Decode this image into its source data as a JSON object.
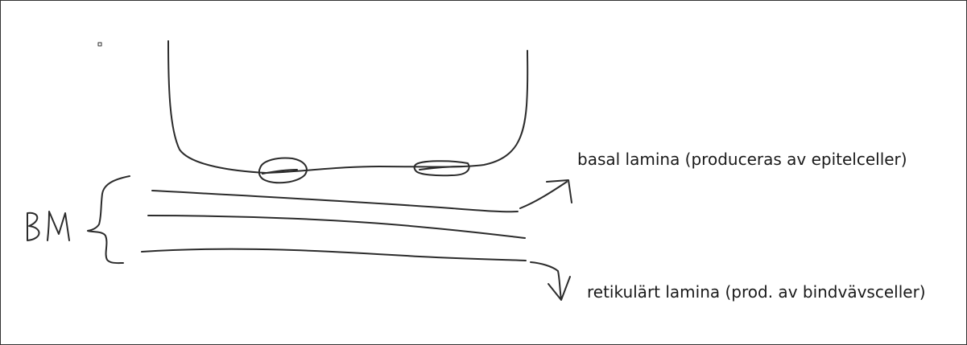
{
  "labels": {
    "bm": "BM",
    "basal_lamina": "basal lamina (produceras av epitelceller)",
    "reticular_lamina": "retikulärt lamina (prod. av bindvävsceller)"
  },
  "colors": {
    "ink": "#2b2b2b",
    "background": "#ffffff"
  }
}
